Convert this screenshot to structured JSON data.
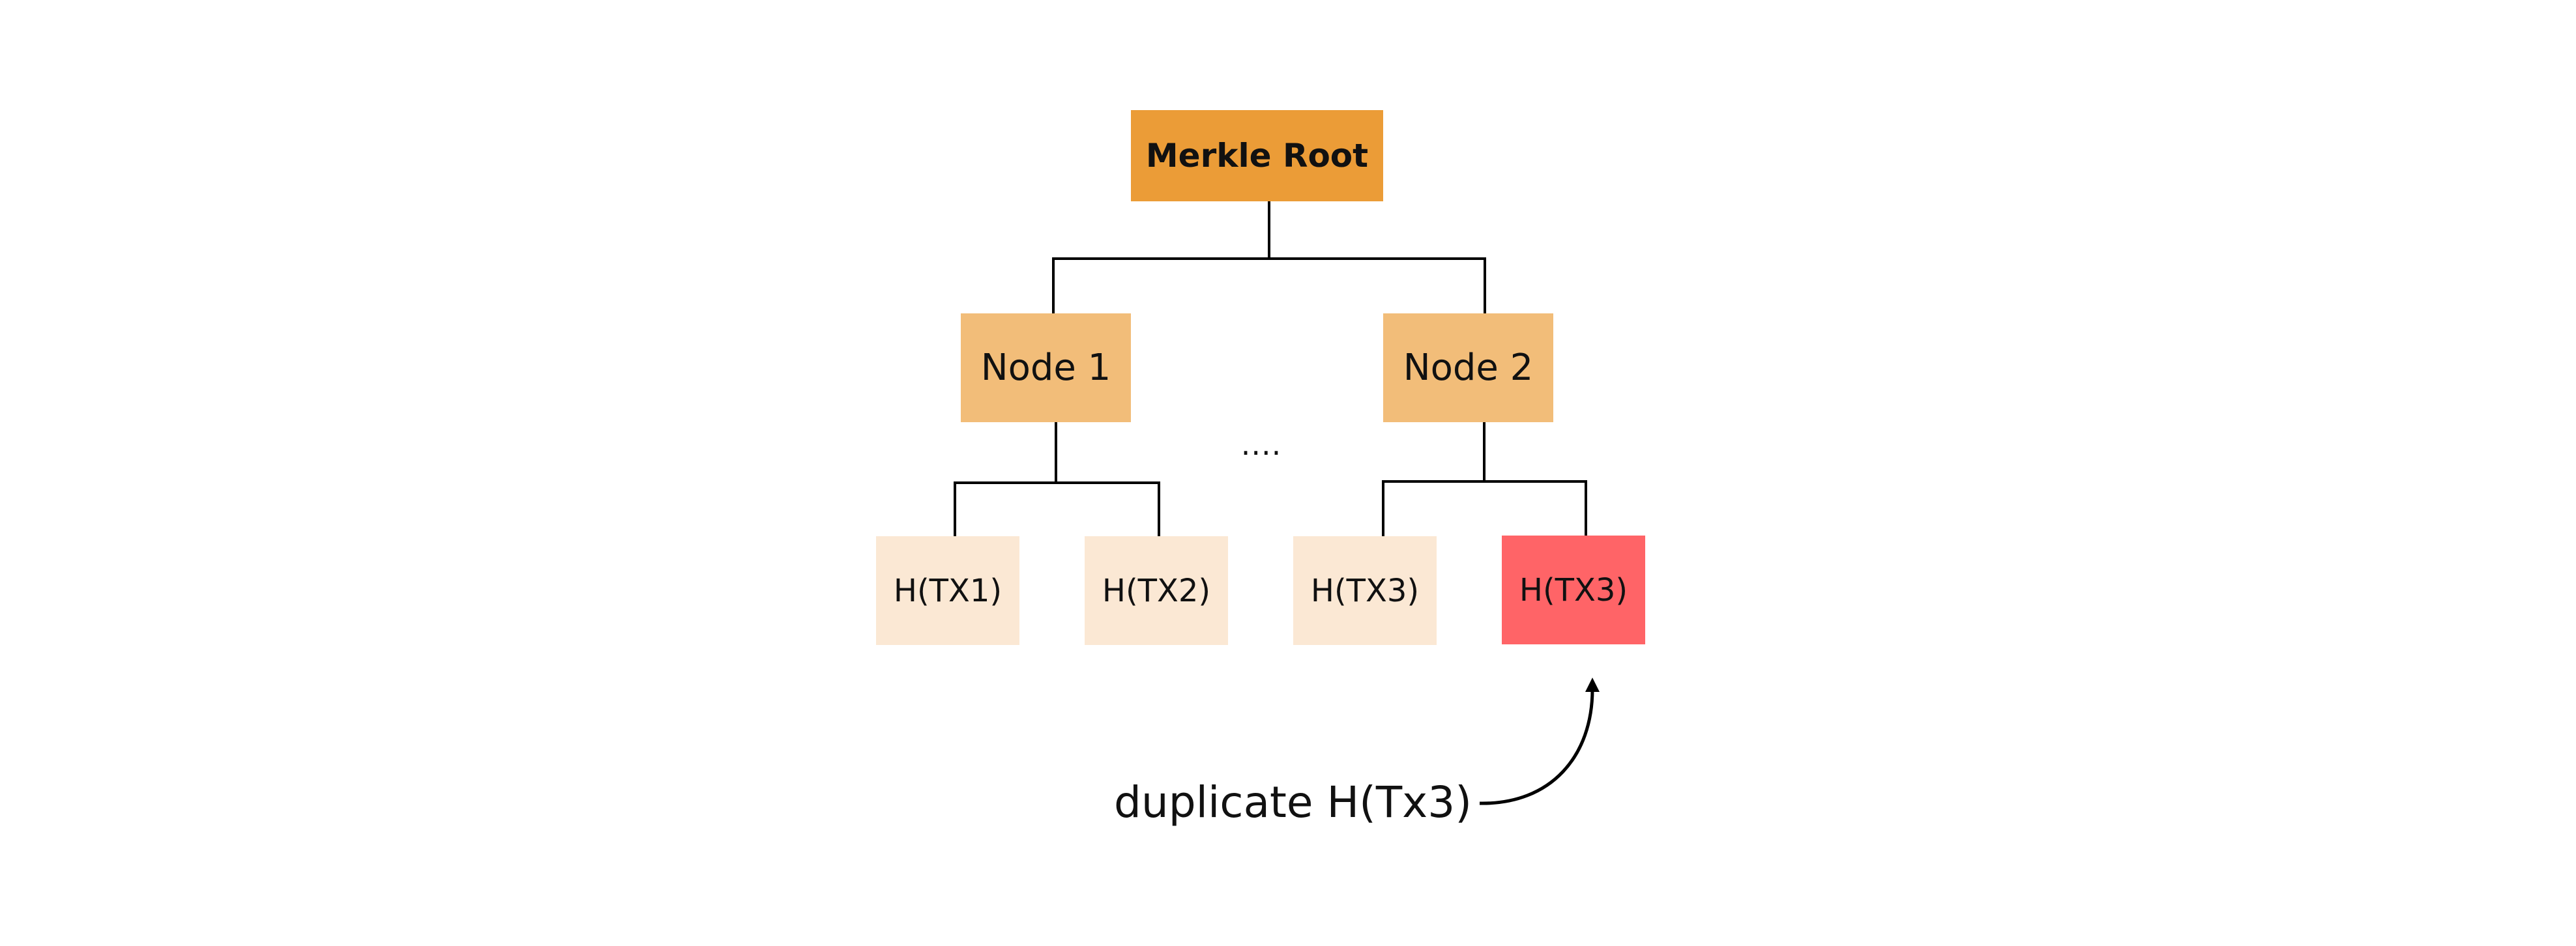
{
  "colors": {
    "root": "#EB9C37",
    "mid": "#F2BD79",
    "leaf": "#FBE8D4",
    "duplicate": "#FF6467",
    "line": "#000000"
  },
  "tree": {
    "root": {
      "label": "Merkle Root"
    },
    "nodes": [
      {
        "label": "Node 1"
      },
      {
        "label": "Node 2"
      }
    ],
    "ellipsis": "....",
    "leaves": [
      {
        "label": "H(TX1)",
        "duplicate": false
      },
      {
        "label": "H(TX2)",
        "duplicate": false
      },
      {
        "label": "H(TX3)",
        "duplicate": false
      },
      {
        "label": "H(TX3)",
        "duplicate": true
      }
    ]
  },
  "annotation": {
    "text": "duplicate H(Tx3)",
    "points_to": "duplicate leaf H(TX3)"
  }
}
